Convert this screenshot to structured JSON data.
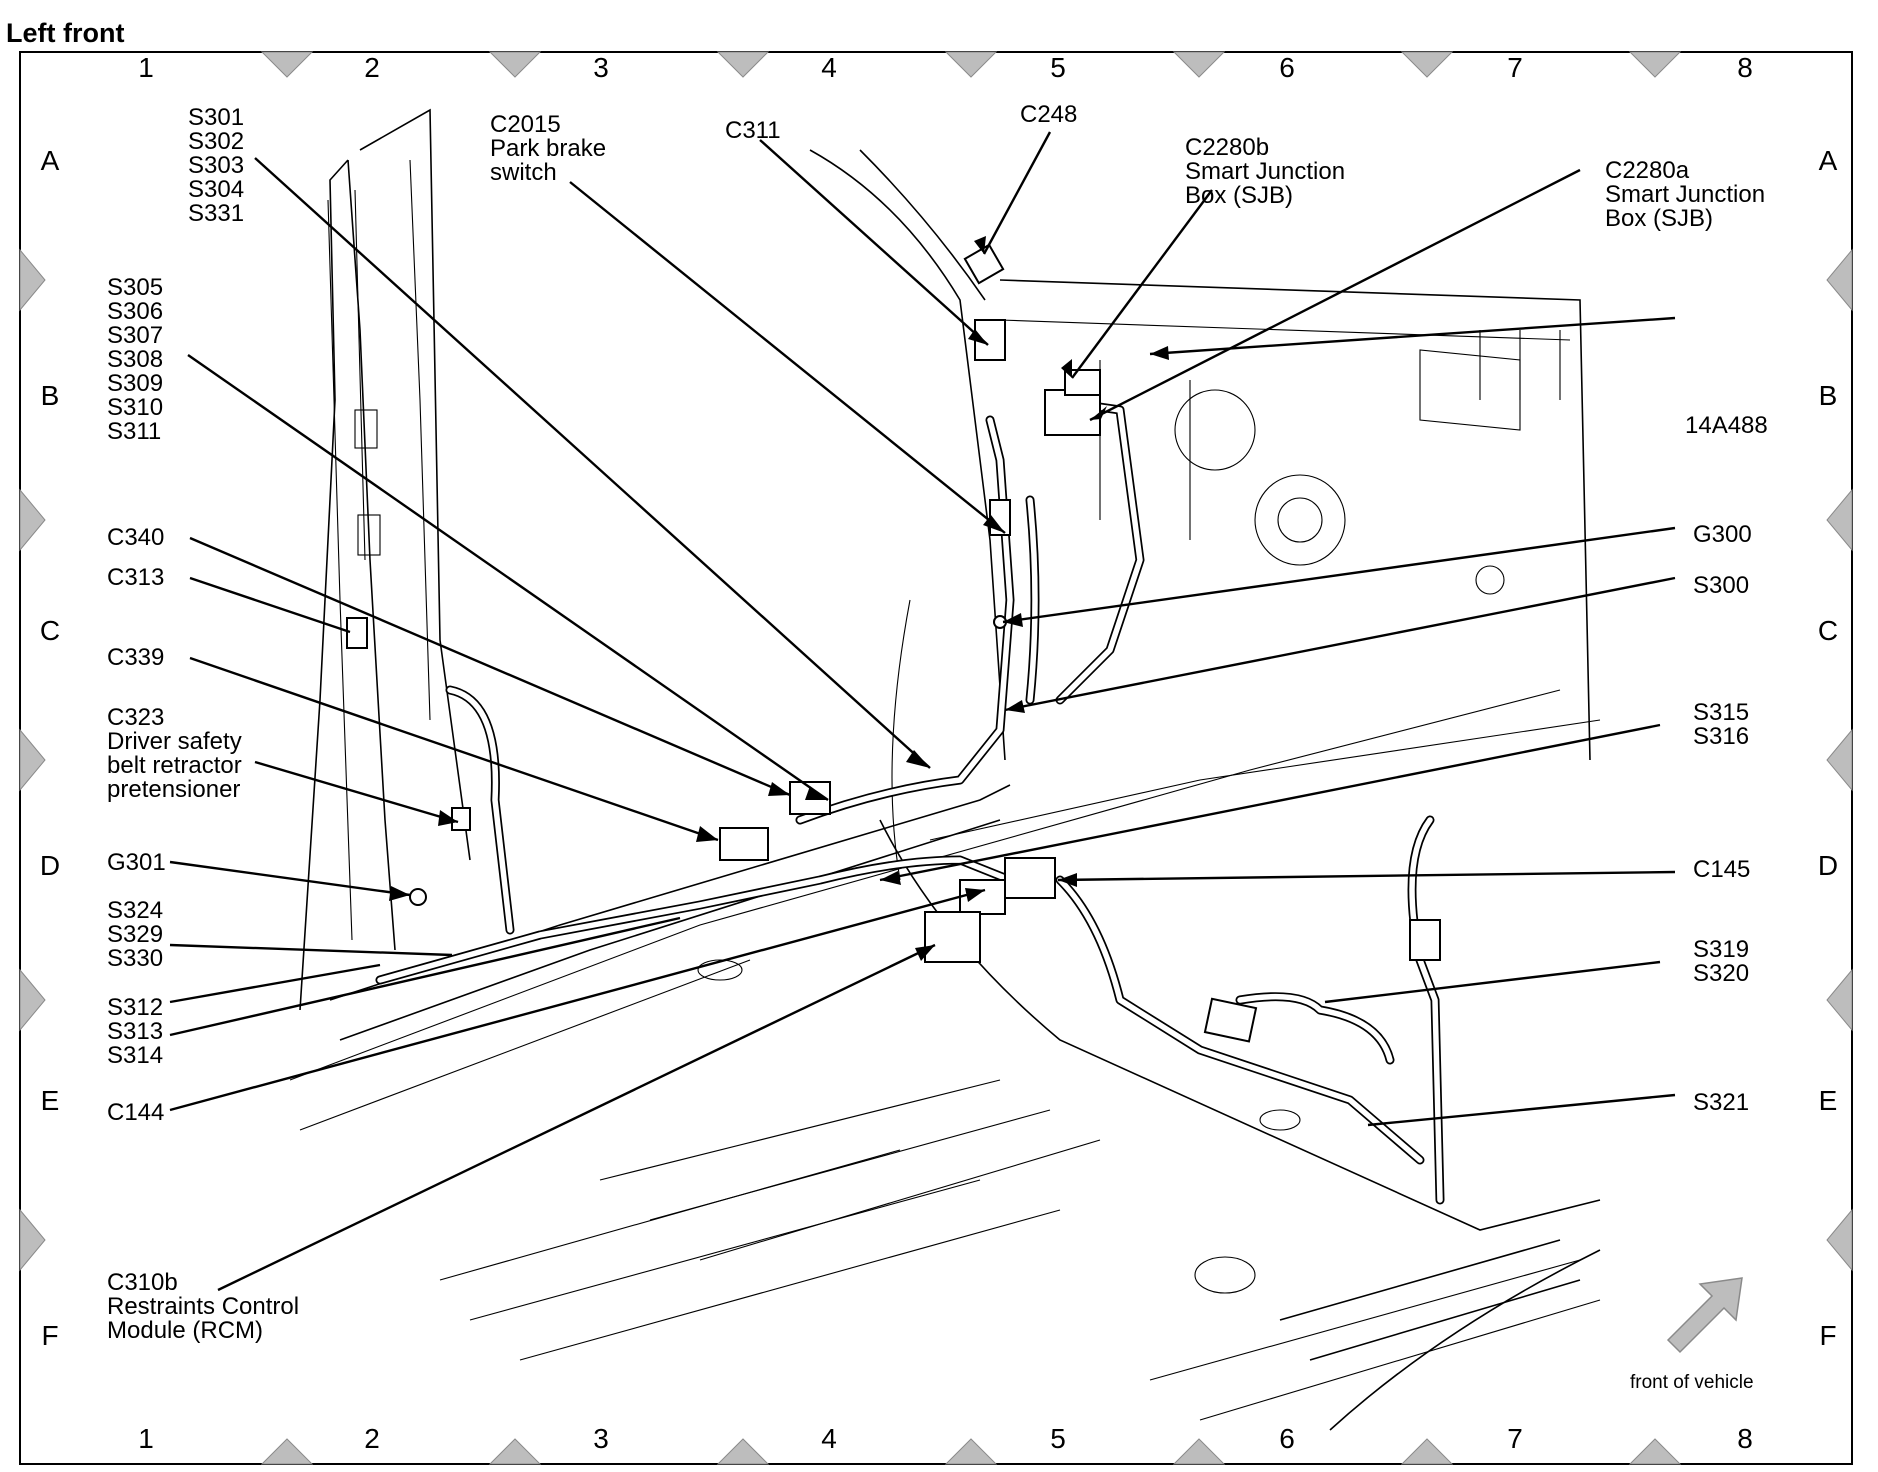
{
  "title": "Left front",
  "grid": {
    "columns": [
      "1",
      "2",
      "3",
      "4",
      "5",
      "6",
      "7",
      "8"
    ],
    "rows": [
      "A",
      "B",
      "C",
      "D",
      "E",
      "F"
    ]
  },
  "callouts": {
    "left": [
      {
        "id": "s301-s331",
        "lines": [
          "S301",
          "S302",
          "S303",
          "S304",
          "S331"
        ]
      },
      {
        "id": "s305-s311",
        "lines": [
          "S305",
          "S306",
          "S307",
          "S308",
          "S309",
          "S310",
          "S311"
        ]
      },
      {
        "id": "c340",
        "lines": [
          "C340"
        ]
      },
      {
        "id": "c313",
        "lines": [
          "C313"
        ]
      },
      {
        "id": "c339",
        "lines": [
          "C339"
        ]
      },
      {
        "id": "c323",
        "lines": [
          "C323",
          "Driver safety",
          "belt retractor",
          "pretensioner"
        ]
      },
      {
        "id": "g301",
        "lines": [
          "G301"
        ]
      },
      {
        "id": "s324-s330",
        "lines": [
          "S324",
          "S329",
          "S330"
        ]
      },
      {
        "id": "s312-s314",
        "lines": [
          "S312",
          "S313",
          "S314"
        ]
      },
      {
        "id": "c144",
        "lines": [
          "C144"
        ]
      },
      {
        "id": "c310b",
        "lines": [
          "C310b",
          "Restraints Control",
          "Module (RCM)"
        ]
      }
    ],
    "top": [
      {
        "id": "c2015",
        "lines": [
          "C2015",
          "Park brake",
          "switch"
        ]
      },
      {
        "id": "c311",
        "lines": [
          "C311"
        ]
      },
      {
        "id": "c248",
        "lines": [
          "C248"
        ]
      },
      {
        "id": "c2280b",
        "lines": [
          "C2280b",
          "Smart Junction",
          "Box (SJB)"
        ]
      },
      {
        "id": "c2280a",
        "lines": [
          "C2280a",
          "Smart Junction",
          "Box (SJB)"
        ]
      }
    ],
    "right": [
      {
        "id": "14a488",
        "lines": [
          "14A488"
        ]
      },
      {
        "id": "g300",
        "lines": [
          "G300"
        ]
      },
      {
        "id": "s300",
        "lines": [
          "S300"
        ]
      },
      {
        "id": "s315-s316",
        "lines": [
          "S315",
          "S316"
        ]
      },
      {
        "id": "c145",
        "lines": [
          "C145"
        ]
      },
      {
        "id": "s319-s320",
        "lines": [
          "S319",
          "S320"
        ]
      },
      {
        "id": "s321",
        "lines": [
          "S321"
        ]
      }
    ]
  },
  "legend": {
    "text": "front of vehicle",
    "icon": "arrow-icon"
  }
}
